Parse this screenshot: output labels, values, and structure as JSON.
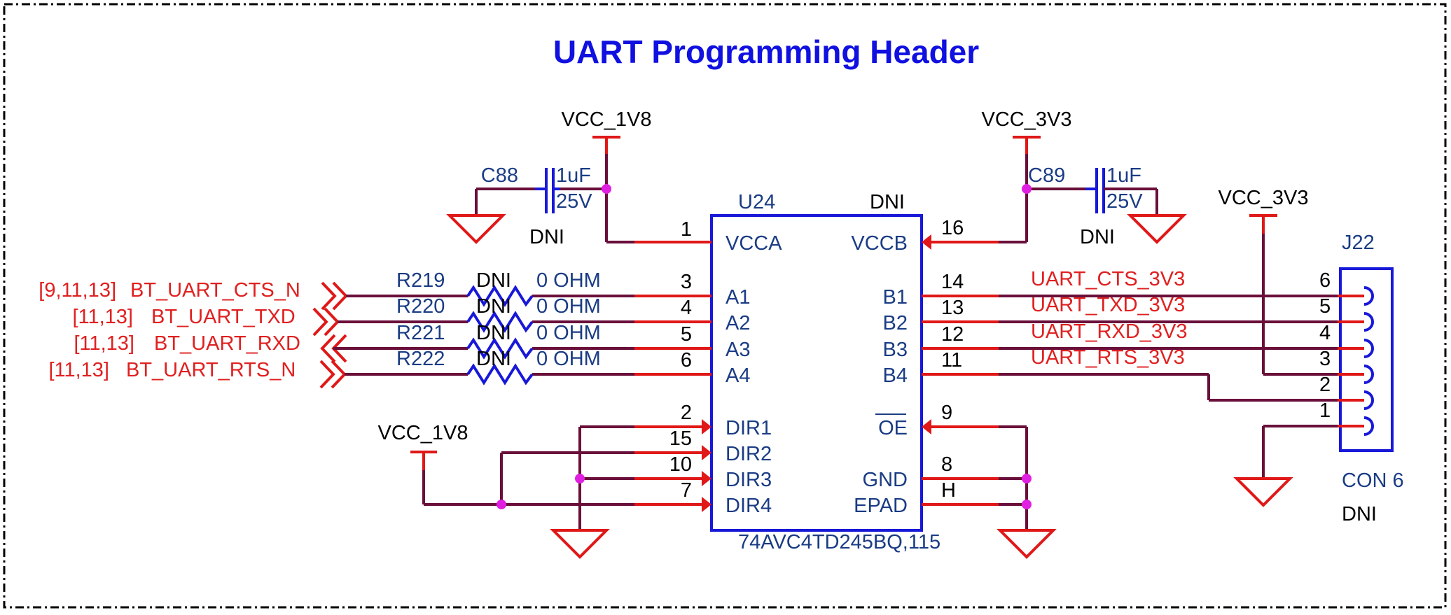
{
  "title": "UART Programming Header",
  "power": {
    "vcc1v8_top": "VCC_1V8",
    "vcc3v3_top": "VCC_3V3",
    "vcc3v3_conn": "VCC_3V3",
    "vcc1v8_dir": "VCC_1V8"
  },
  "caps": [
    {
      "ref": "C88",
      "value": "1uF",
      "voltage": "25V",
      "dni": "DNI"
    },
    {
      "ref": "C89",
      "value": "1uF",
      "voltage": "25V",
      "dni": "DNI"
    }
  ],
  "ic": {
    "ref": "U24",
    "dni": "DNI",
    "part": "74AVC4TD245BQ,115",
    "left_pins": [
      {
        "num": "1",
        "name": "VCCA"
      },
      {
        "num": "3",
        "name": "A1"
      },
      {
        "num": "4",
        "name": "A2"
      },
      {
        "num": "5",
        "name": "A3"
      },
      {
        "num": "6",
        "name": "A4"
      },
      {
        "num": "2",
        "name": "DIR1"
      },
      {
        "num": "15",
        "name": "DIR2"
      },
      {
        "num": "10",
        "name": "DIR3"
      },
      {
        "num": "7",
        "name": "DIR4"
      }
    ],
    "right_pins": [
      {
        "num": "16",
        "name": "VCCB"
      },
      {
        "num": "14",
        "name": "B1"
      },
      {
        "num": "13",
        "name": "B2"
      },
      {
        "num": "12",
        "name": "B3"
      },
      {
        "num": "11",
        "name": "B4"
      },
      {
        "num": "9",
        "name": "OE"
      },
      {
        "num": "8",
        "name": "GND"
      },
      {
        "num": "H",
        "name": "EPAD"
      }
    ]
  },
  "resistors": [
    {
      "ref": "R219",
      "dni": "DNI",
      "value": "0 OHM"
    },
    {
      "ref": "R220",
      "dni": "DNI",
      "value": "0 OHM"
    },
    {
      "ref": "R221",
      "dni": "DNI",
      "value": "0 OHM"
    },
    {
      "ref": "R222",
      "dni": "DNI",
      "value": "0 OHM"
    }
  ],
  "offpage": [
    {
      "pages": "[9,11,13]",
      "net": "BT_UART_CTS_N"
    },
    {
      "pages": "[11,13]",
      "net": "BT_UART_TXD"
    },
    {
      "pages": "[11,13]",
      "net": "BT_UART_RXD"
    },
    {
      "pages": "[11,13]",
      "net": "BT_UART_RTS_N"
    }
  ],
  "nets_right": [
    "UART_CTS_3V3",
    "UART_TXD_3V3",
    "UART_RXD_3V3",
    "UART_RTS_3V3"
  ],
  "connector": {
    "ref": "J22",
    "type": "CON 6",
    "dni": "DNI",
    "pins": [
      "6",
      "5",
      "4",
      "3",
      "2",
      "1"
    ]
  },
  "colors": {
    "title": "#1010e0",
    "wire": "#6a0f3a",
    "pin_wire": "#e01818",
    "symbol_outline": "#1818d8",
    "junction": "#e020e0",
    "net_label": "#e02020",
    "pin_label": "#1a3c84"
  }
}
